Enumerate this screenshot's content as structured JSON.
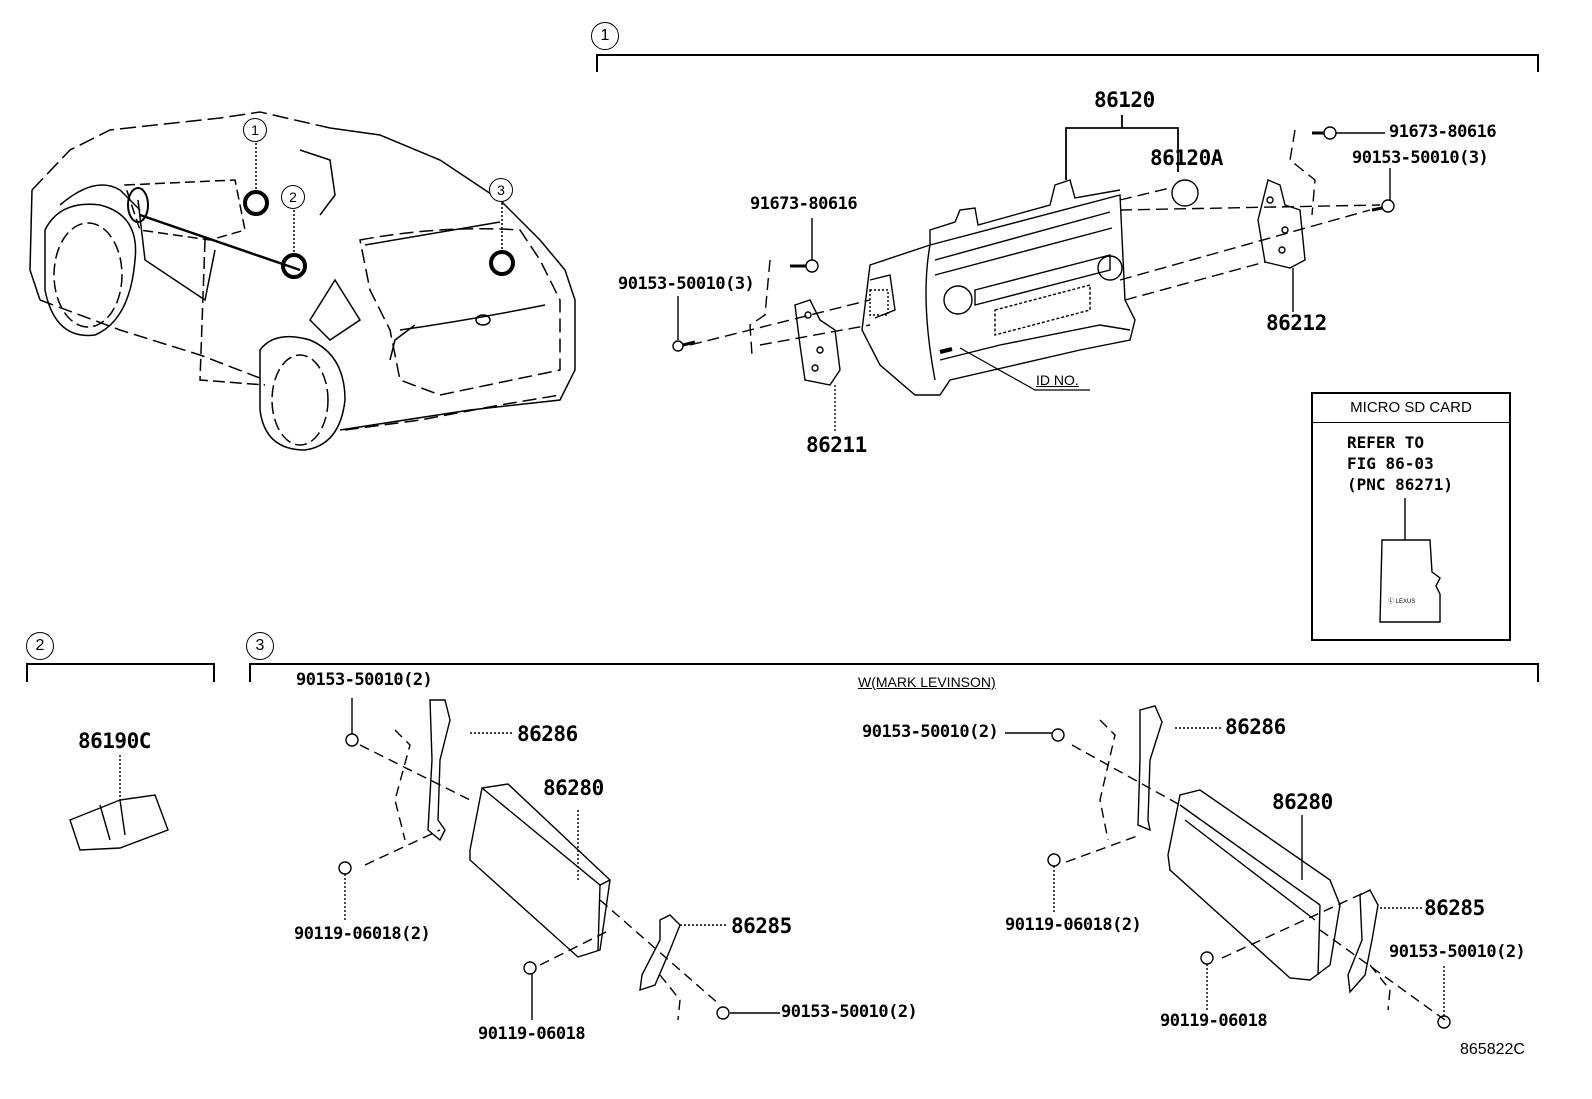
{
  "diagram": {
    "type": "parts-exploded-view",
    "figure_id": "865822C",
    "vehicle_callouts": [
      "1",
      "2",
      "3"
    ],
    "section_1": {
      "marker": "1",
      "parts": {
        "radio_assy": "86120",
        "radio_sub": "86120A",
        "bracket_left": "86211",
        "bracket_right": "86212",
        "screw_left_top": "91673-80616",
        "screw_left": "90153-50010(3)",
        "screw_right_top": "91673-80616",
        "screw_right": "90153-50010(3)",
        "id_label": "ID NO."
      },
      "micro_sd": {
        "title": "MICRO SD CARD",
        "line1": "REFER TO",
        "line2": "FIG 86-03",
        "line3": "(PNC 86271)"
      }
    },
    "section_2": {
      "marker": "2",
      "parts": {
        "module": "86190C"
      }
    },
    "section_3": {
      "marker": "3",
      "variant_note": "W(MARK LEVINSON)",
      "left_group": {
        "bolt_top": "90153-50010(2)",
        "bracket_top": "86286",
        "amplifier": "86280",
        "screw_left": "90119-06018(2)",
        "bracket_bottom": "86285",
        "screw_bottom": "90119-06018",
        "bolt_bottom": "90153-50010(2)"
      },
      "right_group": {
        "bolt_top": "90153-50010(2)",
        "bracket_top": "86286",
        "amplifier": "86280",
        "screw_left": "90119-06018(2)",
        "bracket_bottom": "86285",
        "screw_bottom": "90119-06018",
        "bolt_bottom": "90153-50010(2)"
      }
    }
  }
}
